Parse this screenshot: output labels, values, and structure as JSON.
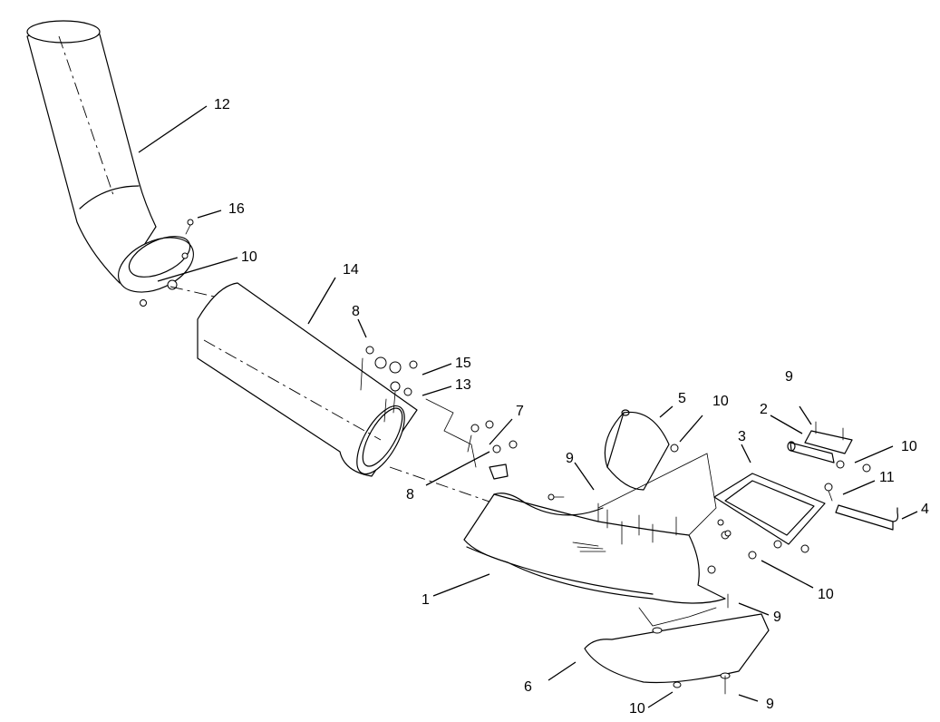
{
  "callouts": [
    {
      "id": "c1",
      "text": "1"
    },
    {
      "id": "c2",
      "text": "2"
    },
    {
      "id": "c3",
      "text": "3"
    },
    {
      "id": "c4",
      "text": "4"
    },
    {
      "id": "c5",
      "text": "5"
    },
    {
      "id": "c6",
      "text": "6"
    },
    {
      "id": "c7",
      "text": "7"
    },
    {
      "id": "c8a",
      "text": "8"
    },
    {
      "id": "c8b",
      "text": "8"
    },
    {
      "id": "c9a",
      "text": "9"
    },
    {
      "id": "c9b",
      "text": "9"
    },
    {
      "id": "c9c",
      "text": "9"
    },
    {
      "id": "c9d",
      "text": "9"
    },
    {
      "id": "c10a",
      "text": "10"
    },
    {
      "id": "c10b",
      "text": "10"
    },
    {
      "id": "c10c",
      "text": "10"
    },
    {
      "id": "c10d",
      "text": "10"
    },
    {
      "id": "c10e",
      "text": "10"
    },
    {
      "id": "c11",
      "text": "11"
    },
    {
      "id": "c12",
      "text": "12"
    },
    {
      "id": "c13",
      "text": "13"
    },
    {
      "id": "c14",
      "text": "14"
    },
    {
      "id": "c15",
      "text": "15"
    },
    {
      "id": "c16",
      "text": "16"
    }
  ]
}
